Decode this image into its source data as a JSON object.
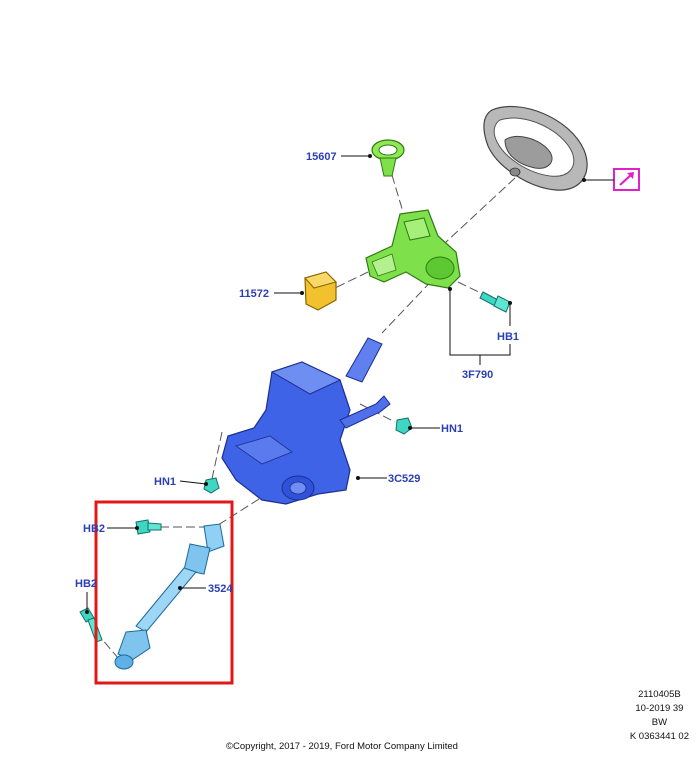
{
  "callouts": {
    "ignition_lock": "15607",
    "lock_cylinder": "11572",
    "bolt_hb1": "HB1",
    "clockspring_group": "3F790",
    "nut_hn1_right": "HN1",
    "nut_hn1_left": "HN1",
    "steering_column": "3C529",
    "bolt_hb2_upper": "HB2",
    "bolt_hb2_lower": "HB2",
    "intermediate_shaft": "3524"
  },
  "meta": {
    "line1": "2110405B",
    "line2": "10-2019 39",
    "line3": "BW",
    "line4": "K 0363441 02"
  },
  "copyright": "©Copyright, 2017 - 2019, Ford Motor Company Limited",
  "colors": {
    "callout_text": "#2b3fb4",
    "highlight_box": "#e01818",
    "link_marker": "#e020c8",
    "ignition_part": "#7ee04a",
    "lock_part": "#f2c12e",
    "column_part": "#3f63e6",
    "shaft_part": "#7ec4ef",
    "fastener": "#3fd6c2"
  },
  "icons": {
    "link_marker": "external-link-icon"
  }
}
